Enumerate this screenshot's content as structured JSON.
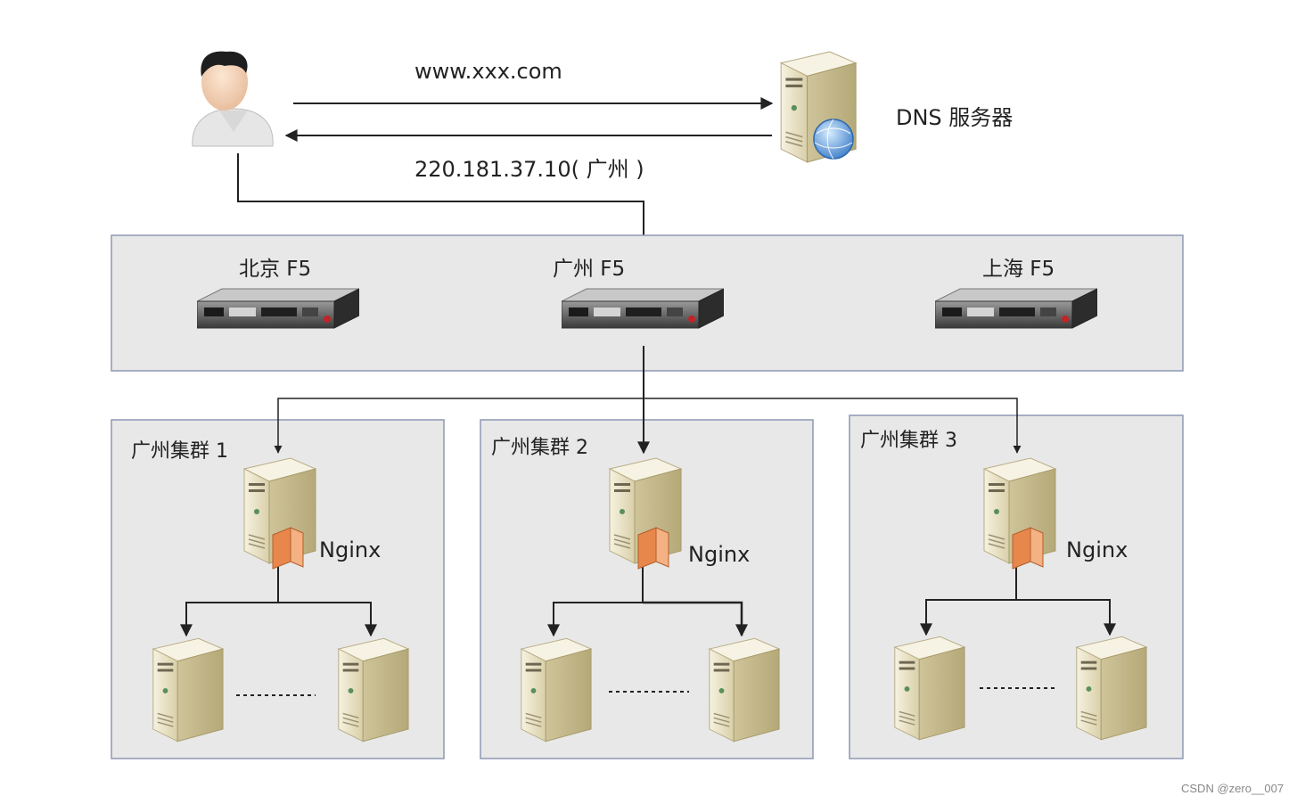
{
  "dns": {
    "url_label": "www.xxx.com",
    "reply_label": "220.181.37.10( 广州 )",
    "server_label": "DNS 服务器"
  },
  "f5": [
    {
      "label": "北京 F5"
    },
    {
      "label": "广州 F5"
    },
    {
      "label": "上海 F5"
    }
  ],
  "clusters": [
    {
      "title": "广州集群 1",
      "proxy_label": "Nginx"
    },
    {
      "title": "广州集群 2",
      "proxy_label": "Nginx"
    },
    {
      "title": "广州集群 3",
      "proxy_label": "Nginx"
    }
  ],
  "watermark": "CSDN @zero__007",
  "colors": {
    "panel_fill": "#e8e8e8",
    "panel_border": "#8e98b4",
    "server_beige": "#e9e1c6",
    "proxy_orange": "#e8874c",
    "line": "#222222"
  }
}
